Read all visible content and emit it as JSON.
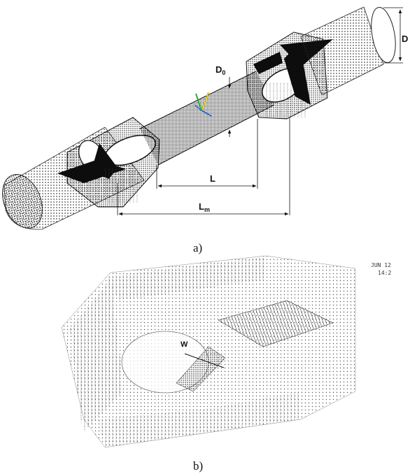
{
  "figure_a": {
    "caption": "a)",
    "labels": {
      "D": "D",
      "D0_main": "D",
      "D0_sub": "0",
      "L": "L",
      "Lm_main": "L",
      "Lm_sub": "m"
    }
  },
  "figure_b": {
    "caption": "b)",
    "label_w": "W",
    "stamp_line1": "JUN 12",
    "stamp_line2": "14:2"
  },
  "colors": {
    "mesh": "#1a1a1a",
    "dense": "#0d0d0d",
    "light_mesh": "#6b6b6b",
    "axis_green": "#2eae3a",
    "axis_blue": "#2a6fd1",
    "axis_yellow": "#d8c41a"
  }
}
